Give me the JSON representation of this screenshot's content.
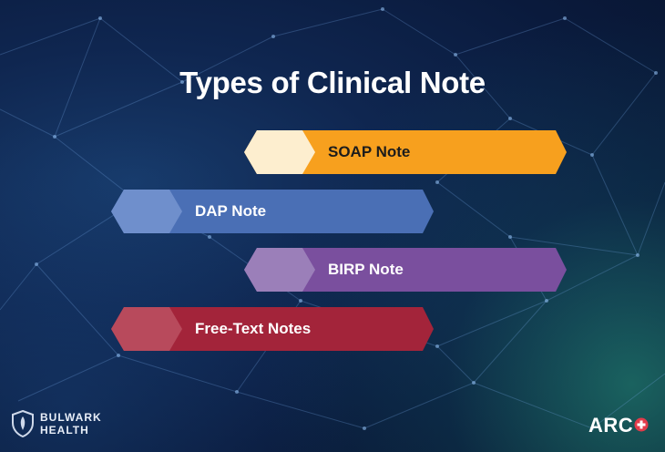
{
  "title": "Types of Clinical Note",
  "notes": [
    {
      "label": "SOAP Note",
      "color": "#f7a01e",
      "hex_color": "#fdeecf"
    },
    {
      "label": "DAP Note",
      "color": "#4a6fb5",
      "hex_color": "#6f8fcc"
    },
    {
      "label": "BIRP Note",
      "color": "#7a4f9e",
      "hex_color": "#9b7fb9"
    },
    {
      "label": "Free-Text Notes",
      "color": "#a3243a",
      "hex_color": "#b84a5c"
    }
  ],
  "logos": {
    "left_line1": "BULWARK",
    "left_line2": "HEALTH",
    "right": "ARC"
  }
}
